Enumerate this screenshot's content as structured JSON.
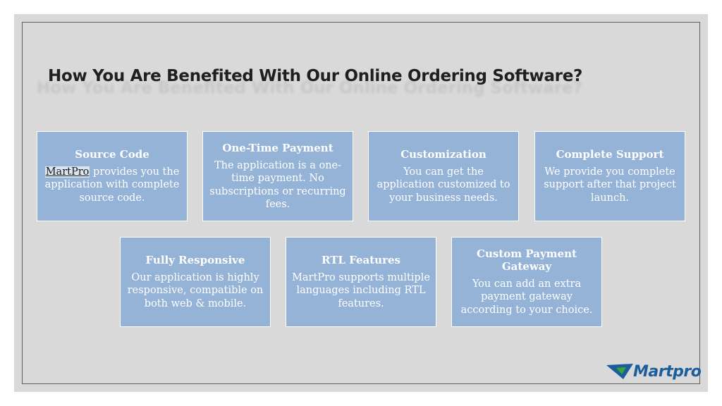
{
  "slide": {
    "title": "How You Are Benefited With Our Online Ordering Software?"
  },
  "cards": [
    {
      "title": "Source Code",
      "desc_link": "MartPro",
      "desc": " provides you the application with complete source code."
    },
    {
      "title": "One-Time Payment",
      "desc": "The application is a one-time payment. No subscriptions or recurring fees."
    },
    {
      "title": "Customization",
      "desc": "You can get the application customized to your business needs."
    },
    {
      "title": "Complete Support",
      "desc": "We provide you complete support after that project launch."
    },
    {
      "title": "Fully Responsive",
      "desc": "Our application is highly responsive, compatible on both web & mobile."
    },
    {
      "title": "RTL Features",
      "desc": "MartPro supports multiple languages including RTL features."
    },
    {
      "title": "Custom Payment Gateway",
      "desc": "You can add an extra payment gateway according to your choice."
    }
  ],
  "logo": {
    "text": "Martpro",
    "icon": "martpro-logo-mark",
    "colors": {
      "blue": "#1b5e9b",
      "green": "#3aa536"
    }
  },
  "colors": {
    "card_bg": "#95b3d7",
    "slide_bg": "#d9d9d9",
    "title": "#1f1f1f"
  }
}
